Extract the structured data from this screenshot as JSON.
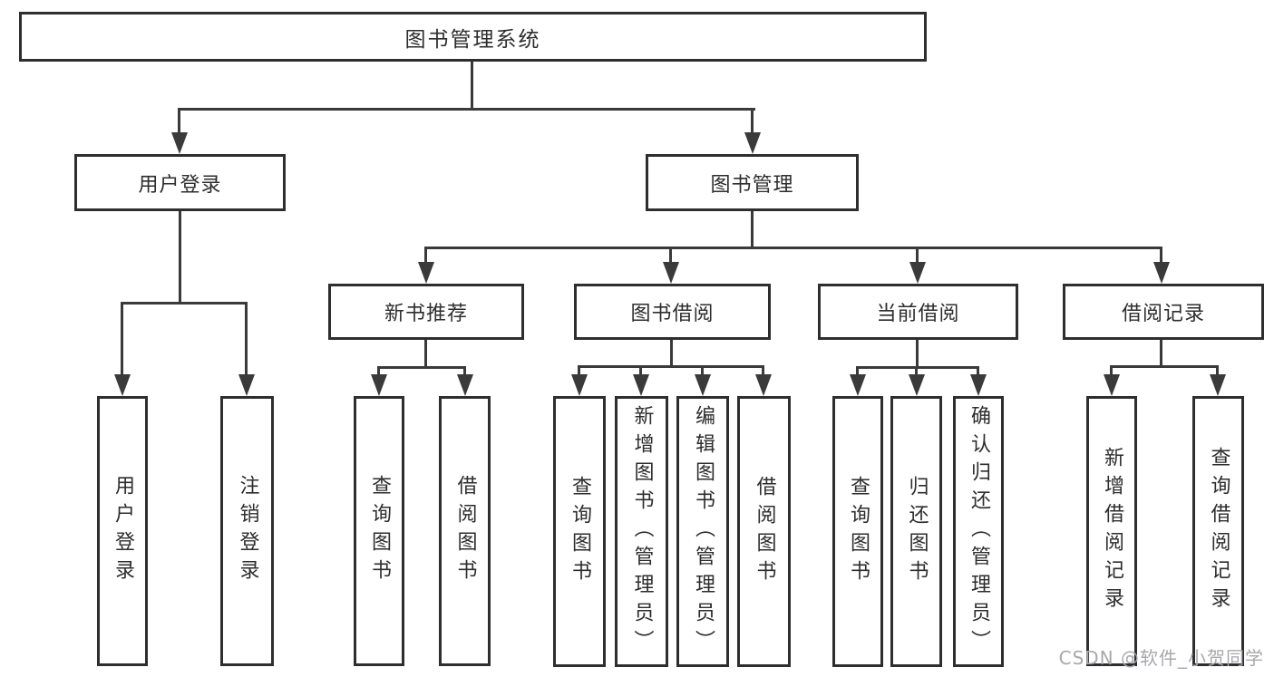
{
  "diagram_title": "图书管理系统",
  "tree": {
    "label": "图书管理系统",
    "children": [
      {
        "label": "用户登录",
        "children": [
          {
            "label": "用户登录"
          },
          {
            "label": "注销登录"
          }
        ]
      },
      {
        "label": "图书管理",
        "children": [
          {
            "label": "新书推荐",
            "children": [
              {
                "label": "查询图书"
              },
              {
                "label": "借阅图书"
              }
            ]
          },
          {
            "label": "图书借阅",
            "children": [
              {
                "label": "查询图书"
              },
              {
                "label": "新增图书（管理员）"
              },
              {
                "label": "编辑图书（管理员）"
              },
              {
                "label": "借阅图书"
              }
            ]
          },
          {
            "label": "当前借阅",
            "children": [
              {
                "label": "查询图书"
              },
              {
                "label": "归还图书"
              },
              {
                "label": "确认归还（管理员）"
              }
            ]
          },
          {
            "label": "借阅记录",
            "children": [
              {
                "label": "新增借阅记录"
              },
              {
                "label": "查询借阅记录"
              }
            ]
          }
        ]
      }
    ]
  },
  "watermark": "CSDN @软件_小贺同学",
  "colors": {
    "background": "#ffffff",
    "box_border": "#2e2e2e",
    "line": "#3a3a3a",
    "text": "#2d2d2d",
    "watermark": "#a8a8ad"
  }
}
